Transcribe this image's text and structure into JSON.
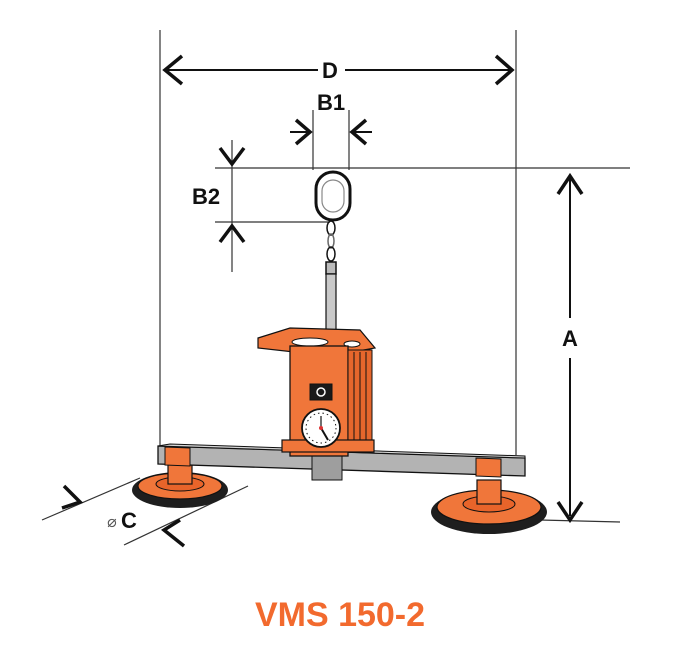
{
  "labels": {
    "d": "D",
    "b1": "B1",
    "b2": "B2",
    "a": "A",
    "c_symbol": "⌀",
    "c": "C"
  },
  "product": {
    "name": "VMS 150-2"
  },
  "colors": {
    "accent": "#f26a2e",
    "device_orange": "#f0763a",
    "beam_gray": "#b3b3b3",
    "line": "#111111",
    "pad": "#1a1a1a"
  }
}
